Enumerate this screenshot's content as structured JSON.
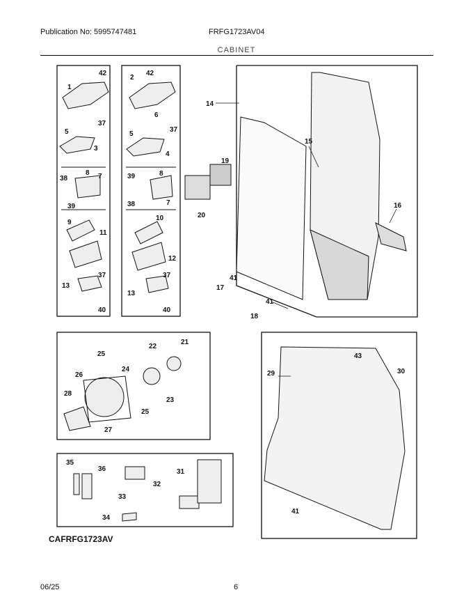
{
  "header": {
    "publication": "Publication No: 5995747481",
    "model": "FRFG1723AV04",
    "section_title": "CABINET"
  },
  "catalog_code": "CAFRFG1723AV",
  "footer": {
    "date": "06/25",
    "page": "6"
  },
  "callouts": {
    "c1": "1",
    "c2": "2",
    "c3": "3",
    "c4": "4",
    "c5a": "5",
    "c5b": "5",
    "c6": "6",
    "c7a": "7",
    "c7b": "7",
    "c8a": "8",
    "c8b": "8",
    "c9": "9",
    "c10": "10",
    "c11": "11",
    "c12": "12",
    "c13a": "13",
    "c13b": "13",
    "c14": "14",
    "c15": "15",
    "c16": "16",
    "c17": "17",
    "c18": "18",
    "c19": "19",
    "c20": "20",
    "c21": "21",
    "c22": "22",
    "c23": "23",
    "c24": "24",
    "c25a": "25",
    "c25b": "25",
    "c26": "26",
    "c27": "27",
    "c28": "28",
    "c29": "29",
    "c30": "30",
    "c31": "31",
    "c32": "32",
    "c33": "33",
    "c34": "34",
    "c35": "35",
    "c36": "36",
    "c37a": "37",
    "c37b": "37",
    "c37c": "37",
    "c37d": "37",
    "c38a": "38",
    "c38b": "38",
    "c39a": "39",
    "c39b": "39",
    "c40a": "40",
    "c40b": "40",
    "c41a": "41",
    "c41b": "41",
    "c41c": "41",
    "c42a": "42",
    "c42b": "42",
    "c43": "43"
  },
  "colors": {
    "line": "#111111",
    "panel_fill": "#f4f4f4",
    "shade": "#cfcfcf"
  }
}
